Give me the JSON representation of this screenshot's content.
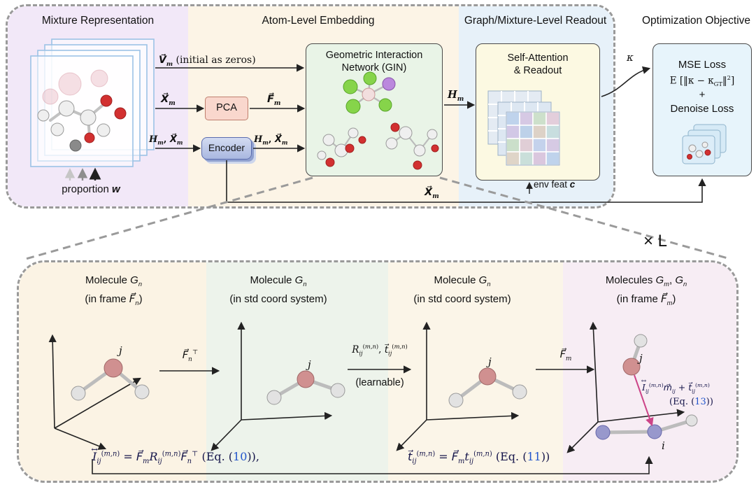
{
  "figure": {
    "top": {
      "titles": {
        "mixture": "Mixture Representation",
        "atom": "Atom-Level Embedding",
        "readout": "Graph/Mixture-Level Readout",
        "objective": "Optimization Objective"
      },
      "proportion": "proportion <b><i>w</i></b>",
      "flow": {
        "vm": "<b><i>V⃗<sub>m</sub></i></b> (initial as zeros)",
        "xm": "<b><i>X⃗<sub>m</sub></i></b>",
        "fm": "<b><i>F⃗<sub>m</sub></i></b>",
        "hmxm_in": "<b><i>H<sub>m</sub></i>, <i>X⃗<sub>m</sub></i></b>",
        "hmxm_out": "<b><i>H<sub>m</sub></i>, <i>X⃗<sub>m</sub></i></b>",
        "hm": "<b><i>H<sub>m</sub></i></b>",
        "kappa": "<i>κ</i>",
        "env_feat": "env feat <b><i>c</i></b>",
        "xm_skip": "<b><i>X⃗<sub>m</sub></i></b>"
      },
      "boxes": {
        "pca": "PCA",
        "encoder": "Encoder",
        "gin": "Geometric Interaction Network (GIN)",
        "sa": "Self-Attention<br>&amp; Readout",
        "mse_line1": "MSE Loss",
        "mse_line2": "E [‖κ − κ<sub>GT</sub>‖<sup>2</sup>]",
        "mse_plus": "+",
        "mse_line3": "Denoise Loss"
      }
    },
    "bottom": {
      "repeat": "× L",
      "stages": [
        {
          "title": "Molecule <i>G<sub>n</sub></i>",
          "subtitle": "(in frame <i>F⃗<sub>n</sub></i>)"
        },
        {
          "title": "Molecule <i>G<sub>n</sub></i>",
          "subtitle": "(in std coord system)"
        },
        {
          "title": "Molecule <i>G<sub>n</sub></i>",
          "subtitle": "(in std coord system)"
        },
        {
          "title": "Molecules <i>G<sub>m</sub></i>, <i>G<sub>n</sub></i>",
          "subtitle": "(in frame <i>F⃗<sub>m</sub></i>)"
        }
      ],
      "transforms": {
        "t1": "<i>F⃗<sub>n</sub></i><sup>⊤</sup>",
        "t2": "<i>R<sub>ij</sub></i><sup>(<i>m,n</i>)</sup>, <i>t⃗<sub>ij</sub></i><sup>(<i>m,n</i>)</sup>",
        "t2_note": "(learnable)",
        "t3": "<i>F⃗<sub>m</sub></i>"
      },
      "atom_j": "j",
      "atom_i": "i",
      "eq13_expr": "<span class='ovl'><span class='acc'>↔</span><i>I</i></span><sub><i>ij</i></sub><sup>(<i>m,n</i>)</sup><i>m⃗<sub>ij</sub></i> + <i>t⃗<sub>ij</sub></i><sup>(<i>m,n</i>)</sup>",
      "eq13_ref": "(Eq. (<span class='ref'>13</span>))",
      "eq10": "<span class='ovl'><span class='acc'>↔</span><i>I</i></span><sub><i>ij</i></sub><sup>(<i>m,n</i>)</sup> = <i>F⃗<sub>m</sub></i><i>R<sub>ij</sub></i><sup>(<i>m,n</i>)</sup><i>F⃗<sub>n</sub></i><sup>⊤</sup> (Eq. (<span class='ref'>10</span>)),",
      "eq11": "<i>t⃗<sub>ij</sub></i><sup>(<i>m,n</i>)</sup> = <i>F⃗<sub>m</sub></i><i>t<sub>ij</sub></i><sup>(<i>m,n</i>)</sup> (Eq. (<span class='ref'>11</span>))"
    }
  }
}
